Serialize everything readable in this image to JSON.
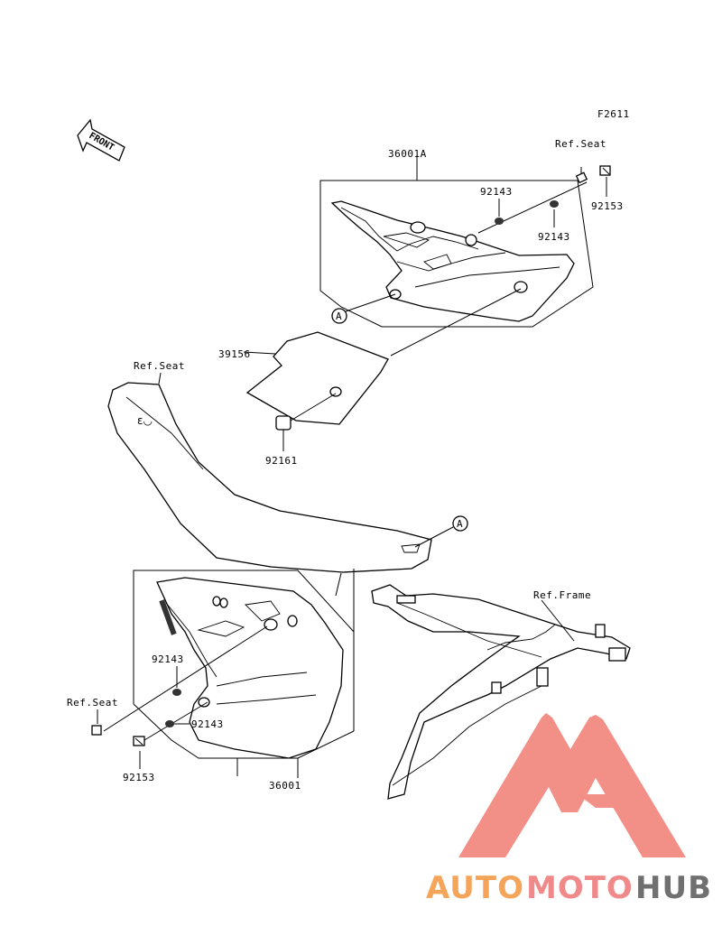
{
  "figure_code": "F2611",
  "front_arrow": "FRONT",
  "labels": {
    "cover_right_assy": "36001A",
    "ref_seat_top": "Ref.Seat",
    "bolt_top": "92153",
    "collar_top_a": "92143",
    "collar_top_b": "92143",
    "pad": "39156",
    "ref_seat_main": "Ref.Seat",
    "damper": "92161",
    "marker_top": "A",
    "marker_seat": "A",
    "ref_frame": "Ref.Frame",
    "collar_left_a": "92143",
    "ref_seat_left": "Ref.Seat",
    "collar_left_b": "92143",
    "bolt_left": "92153",
    "cover_left_assy": "36001"
  },
  "watermark": {
    "part1": "AUTO",
    "part2": "MOTO",
    "part3": "HUB",
    "color1": "#f5a55a",
    "color2": "#f08a8a",
    "color3": "#707070",
    "triangle_color": "#f28b82"
  }
}
